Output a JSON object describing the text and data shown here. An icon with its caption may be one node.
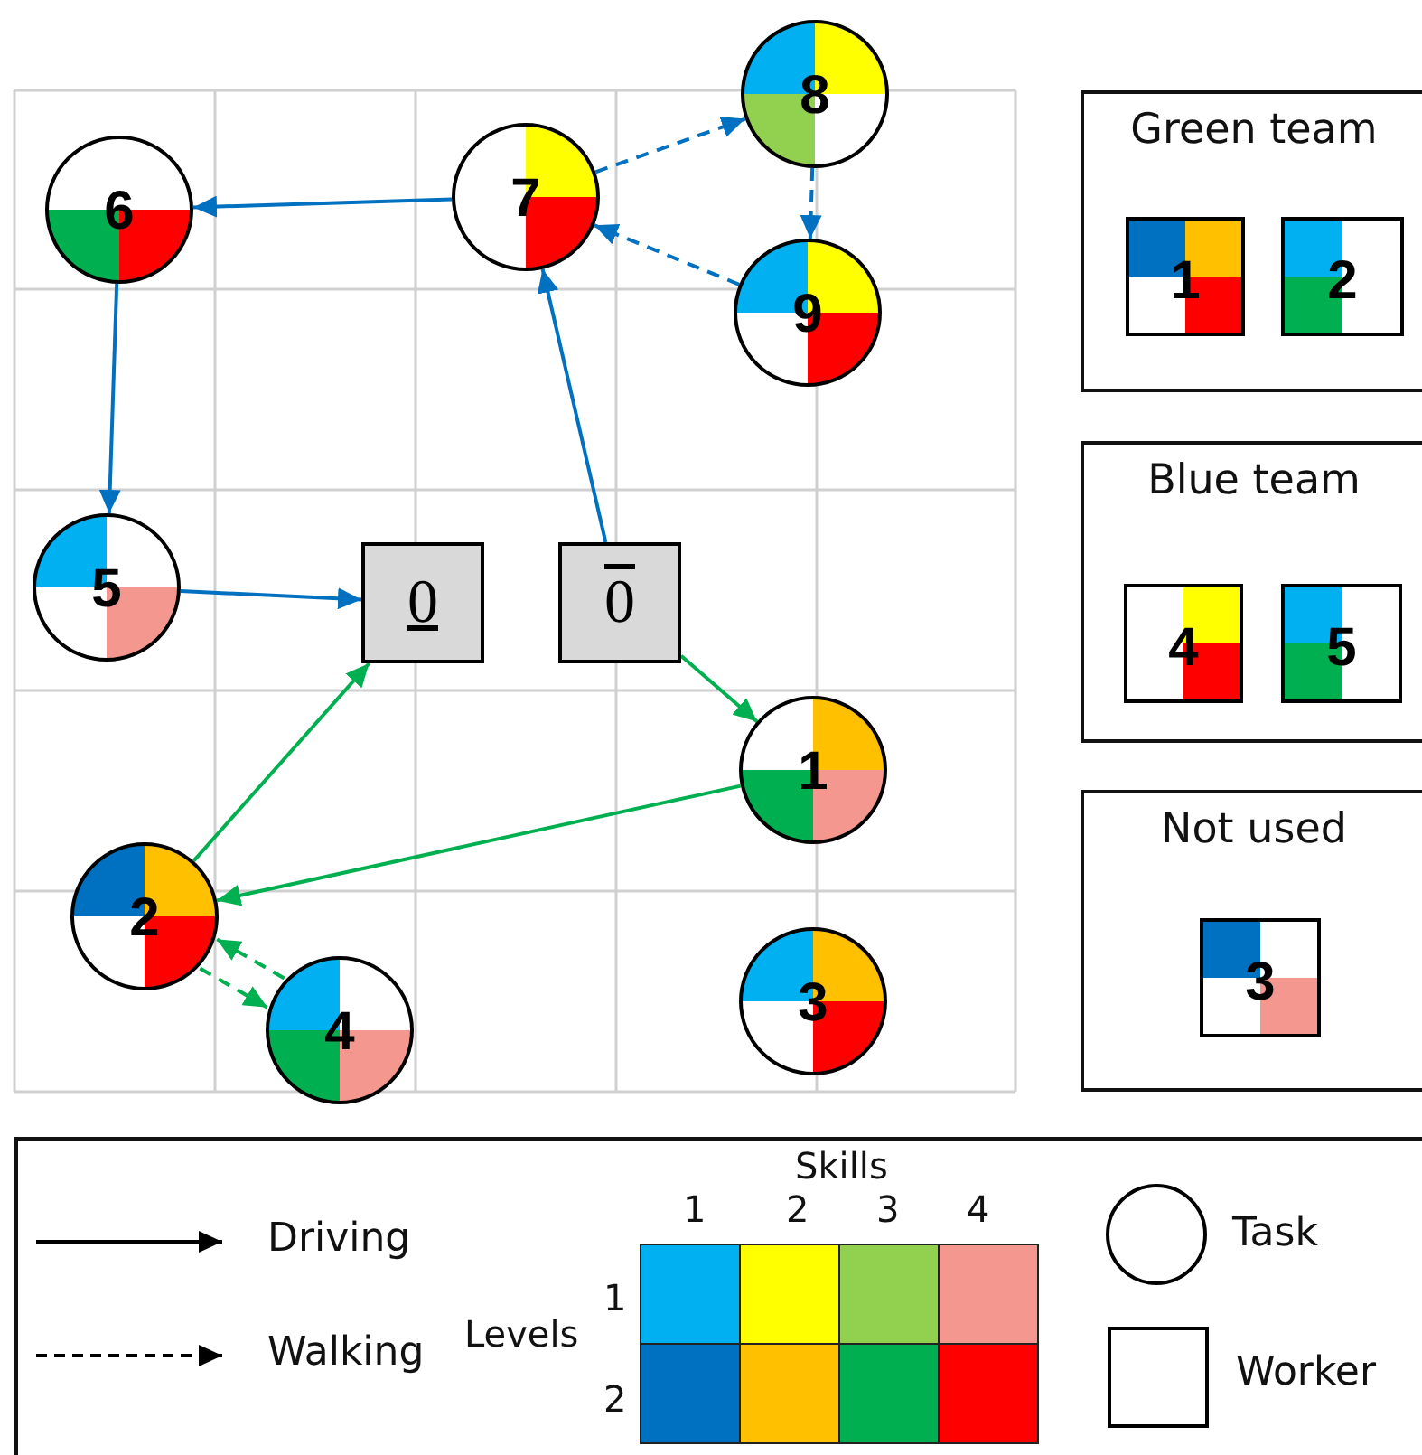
{
  "diagram": {
    "nodes": [
      {
        "text": [
          "1"
        ]
      },
      {
        "text": [
          "2"
        ]
      },
      {
        "text": [
          "3"
        ]
      },
      {
        "text": [
          "4"
        ]
      },
      {
        "text": [
          "5"
        ]
      },
      {
        "text": [
          "6"
        ]
      },
      {
        "text": [
          "7"
        ]
      },
      {
        "text": [
          "8"
        ]
      },
      {
        "text": [
          "9"
        ]
      },
      {
        "text": [
          "0"
        ]
      },
      {
        "text": [
          "0"
        ]
      },
      {
        "text": [
          "Green team"
        ]
      },
      {
        "text": [
          "1"
        ],
        "in": 11
      },
      {
        "text": [
          "2"
        ],
        "in": 11
      },
      {
        "text": [
          "Blue team"
        ]
      },
      {
        "text": [
          "4"
        ],
        "in": 14
      },
      {
        "text": [
          "5"
        ],
        "in": 14
      },
      {
        "text": [
          "Not used"
        ]
      },
      {
        "text": [
          "3"
        ],
        "in": 17
      }
    ],
    "edges": [
      {
        "from": 6,
        "to": 5,
        "arrow": "to"
      },
      {
        "from": 5,
        "to": 4,
        "arrow": "to"
      },
      {
        "from": 4,
        "to": 9,
        "arrow": "to"
      },
      {
        "from": 10,
        "to": 6,
        "arrow": "to"
      },
      {
        "from": 6,
        "to": 7,
        "arrow": "to",
        "style": "dashed"
      },
      {
        "from": 7,
        "to": 8,
        "arrow": "to",
        "style": "dashed"
      },
      {
        "from": 8,
        "to": 6,
        "arrow": "to",
        "style": "dashed"
      },
      {
        "from": 10,
        "to": 0,
        "arrow": "to",
        "color": "#00b050"
      },
      {
        "from": 0,
        "to": 1,
        "arrow": "to",
        "color": "#00b050"
      },
      {
        "from": 1,
        "to": 9,
        "arrow": "to",
        "color": "#00b050"
      },
      {
        "from": 1,
        "to": 3,
        "arrow": "to",
        "style": "dashed",
        "color": "#00b050"
      },
      {
        "from": 3,
        "to": 1,
        "arrow": "to",
        "style": "dashed",
        "color": "#00b050"
      }
    ],
    "labels": [
      "Skills",
      "1",
      "2",
      "3",
      "4",
      "Levels",
      "1",
      "2"
    ],
    "legend": [
      {
        "text": "Driving"
      },
      {
        "text": "Walking"
      },
      {
        "text": "Task"
      },
      {
        "text": "Worker"
      }
    ]
  }
}
